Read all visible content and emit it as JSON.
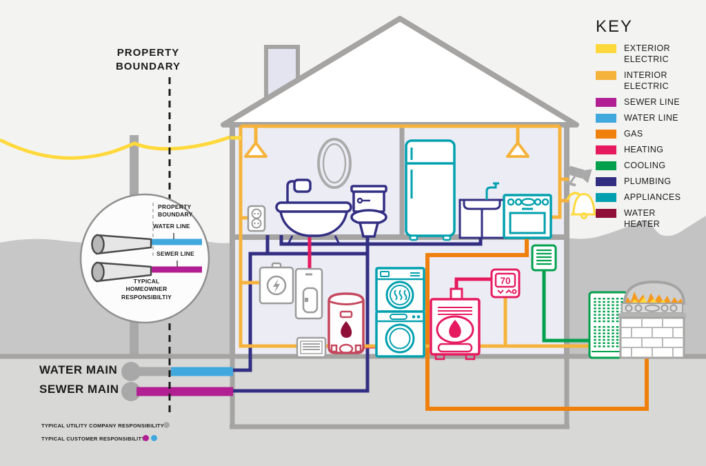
{
  "labels": {
    "property_boundary": "PROPERTY BOUNDARY",
    "water_main": "WATER MAIN",
    "sewer_main": "SEWER MAIN",
    "utility_company_responsibility": "TYPICAL UTILITY  COMPANY RESPONSIBILITY",
    "customer_responsibility": "TYPICAL CUSTOMER RESPONSIBILITY"
  },
  "inset": {
    "property_boundary": "PROPERTY BOUNDARY",
    "water_line": "WATER LINE",
    "sewer_line": "SEWER LINE",
    "homeowner_responsibility": "TYPICAL HOMEOWNER RESPONSIBILTIY"
  },
  "key": {
    "title": "KEY",
    "items": [
      {
        "label": "EXTERIOR ELECTRIC",
        "color": "#FFD93B"
      },
      {
        "label": "INTERIOR ELECTRIC",
        "color": "#F6B33C"
      },
      {
        "label": "SEWER LINE",
        "color": "#B11F92"
      },
      {
        "label": "WATER LINE",
        "color": "#41A8DE"
      },
      {
        "label": "GAS",
        "color": "#F0800C"
      },
      {
        "label": "HEATING",
        "color": "#E61A5F"
      },
      {
        "label": "COOLING",
        "color": "#00A04C"
      },
      {
        "label": "PLUMBING",
        "color": "#322E82"
      },
      {
        "label": "APPLIANCES",
        "color": "#00A0AE"
      },
      {
        "label": "WATER HEATER",
        "color": "#8E1038"
      }
    ]
  },
  "thermostat": {
    "value": "70"
  },
  "colors": {
    "exterior_electric": "#FFD93B",
    "interior_electric": "#F6B33C",
    "sewer_line": "#B11F92",
    "water_line": "#41A8DE",
    "gas": "#F0800C",
    "heating": "#E61A5F",
    "cooling": "#00A04C",
    "plumbing": "#322E82",
    "appliances": "#00A0AE",
    "water_heater": "#8E1038",
    "structure_gray": "#A5A4A3",
    "utility_gray": "#A8A8A8"
  }
}
